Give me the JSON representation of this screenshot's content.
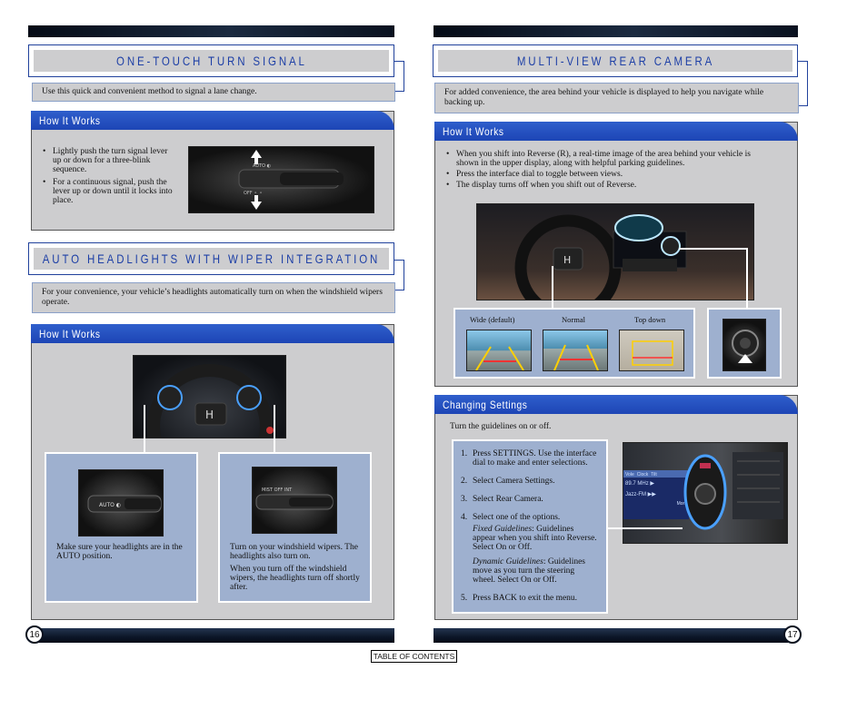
{
  "left": {
    "turn_signal": {
      "title": "ONE-TOUCH TURN SIGNAL",
      "intro": "Use this quick and convenient method to signal a lane change.",
      "tab": "How It Works",
      "bullets": [
        "Lightly push the turn signal lever up or down for a three-blink sequence.",
        "For a continuous signal, push the lever up or down until it locks into place."
      ]
    },
    "headlights": {
      "title": "AUTO HEADLIGHTS WITH WIPER INTEGRATION",
      "intro": "For your convenience, your vehicle’s headlights automatically turn on when the windshield wipers operate.",
      "tab": "How It Works",
      "caption_left": "Make sure your headlights are in the AUTO position.",
      "caption_right_1": "Turn on your windshield wipers. The headlights also turn on.",
      "caption_right_2": "When you turn off the windshield wipers, the headlights turn off shortly after."
    },
    "page_number": "16"
  },
  "right": {
    "camera": {
      "title": "MULTI-VIEW REAR CAMERA",
      "intro": "For added convenience, the area behind your vehicle is displayed to help you navigate while backing up.",
      "tab": "How It Works",
      "bullets": [
        "When you shift into Reverse (R), a real-time image of the area behind your vehicle is shown in the upper display, along with helpful parking guidelines.",
        "Press the interface dial to toggle between views.",
        "The display turns off when you shift out of Reverse."
      ],
      "views": [
        "Wide (default)",
        "Normal",
        "Top down"
      ]
    },
    "settings": {
      "tab": "Changing Settings",
      "intro": "Turn the guidelines on or off.",
      "steps": {
        "s1": "Press SETTINGS. Use the interface dial to make and enter selections.",
        "s2": "Select Camera Settings.",
        "s3": "Select Rear Camera.",
        "s4": "Select one of the options.",
        "fixed_label": "Fixed Guidelines",
        "fixed_text": ": Guidelines appear when you shift into Reverse. Select On or Off.",
        "dynamic_label": "Dynamic Guidelines",
        "dynamic_text": ": Guidelines move as you turn the steering wheel. Select On or Off.",
        "s5": "Press BACK to exit the menu."
      },
      "step_numbers": [
        "1.",
        "2.",
        "3.",
        "4.",
        "5."
      ],
      "screen": {
        "row1": [
          "Vole",
          "Clock",
          "Tilt"
        ],
        "freq": "89.7",
        "unit": "MHz",
        "station": "Jazz-FM",
        "more": "More"
      }
    },
    "page_number": "17"
  },
  "toc_label": "TABLE OF CONTENTS",
  "colors": {
    "accent": "#1d45b5",
    "panel": "#cdcdcf",
    "callout": "#9eb0cf",
    "bar": "#0c1628"
  }
}
